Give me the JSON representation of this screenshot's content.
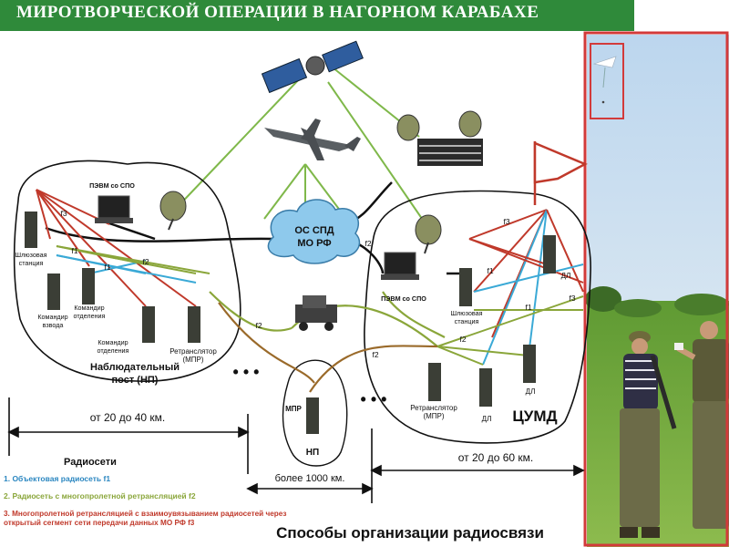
{
  "header": {
    "title": "МИРОТВОРЧЕСКОЙ ОПЕРАЦИИ В НАГОРНОМ КАРАБАХЕ"
  },
  "colors": {
    "banner": "#2f8a3a",
    "f1": "#3aa9d6",
    "f2": "#8aa63a",
    "f3": "#c0392b",
    "photo_frame": "#d23a3a"
  },
  "nodes": {
    "pzvm_left": "ПЭВМ со СПО",
    "pzvm_right": "ПЭВМ со СПО",
    "network_line1": "ОС СПД",
    "network_line2": "МО РФ",
    "gateway_left_1": "Шлюзовая",
    "gateway_left_2": "станция",
    "gateway_right_1": "Шлюзовая",
    "gateway_right_2": "станция",
    "commander_platoon_1": "Командир",
    "commander_platoon_2": "взвода",
    "commander_squad_a_1": "Командир",
    "commander_squad_a_2": "отделения",
    "commander_squad_b_1": "Командир",
    "commander_squad_b_2": "отделения",
    "repeater_left_1": "Ретранслятор",
    "repeater_left_2": "(МПР)",
    "repeater_right_1": "Ретранслятор",
    "repeater_right_2": "(МПР)",
    "mpr": "МПР",
    "np": "НП",
    "dl_1": "ДЛ",
    "dl_2": "ДЛ",
    "dl_3": "ДЛ"
  },
  "groups": {
    "observation_post_1": "Наблюдательный",
    "observation_post_2": "пост (НП)",
    "tsumd": "ЦУМД",
    "dots_left": "• • •",
    "dots_right": "• • •"
  },
  "link_labels": {
    "f1": "f1",
    "f2": "f2",
    "f3": "f3"
  },
  "distances": {
    "left": "от 20 до 40 км.",
    "middle": "более 1000 км.",
    "right": "от 20 до 60 км."
  },
  "legend": {
    "title": "Радиосети",
    "item1": "1. Объектовая радиосеть f1",
    "item2": "2. Радиосеть с многопролетной ретрансляцией  f2",
    "item3_line1": "3. Многопролетной ретрансляцией с взаимоувязыванием радиосетей через",
    "item3_line2": "открытый сегмент сети передачи данных МО РФ f3"
  },
  "caption": "Способы организации радиосвязи"
}
